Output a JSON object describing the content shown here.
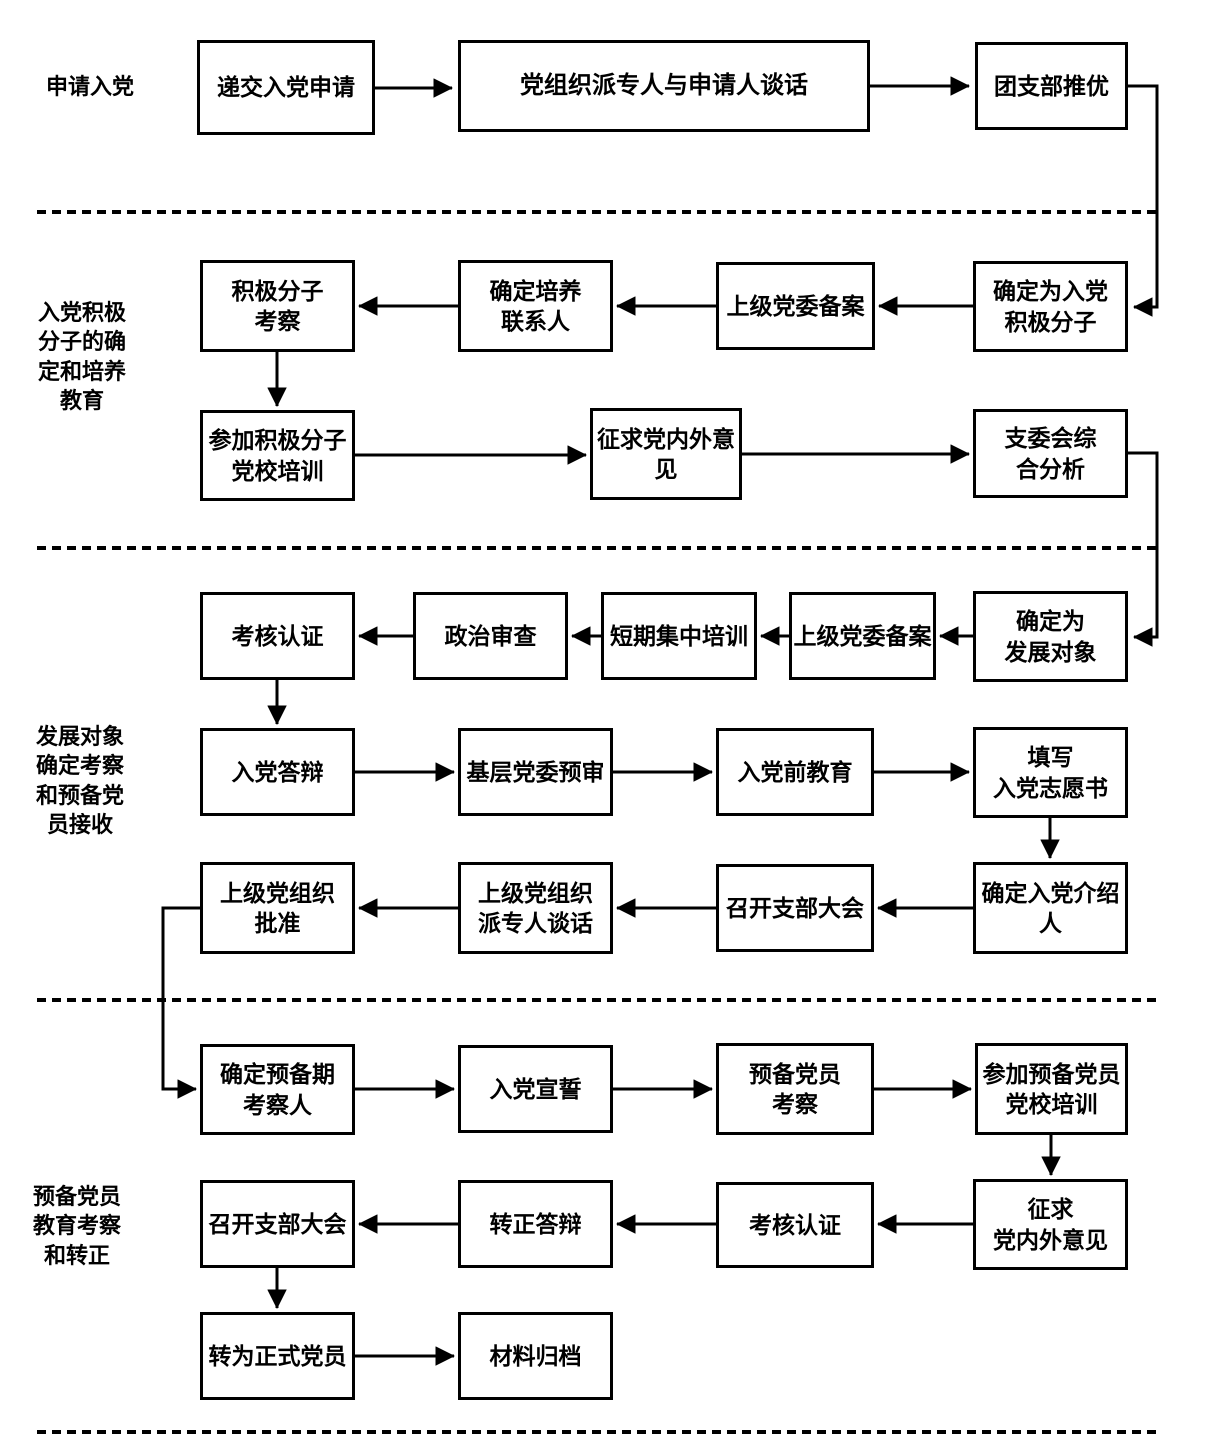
{
  "diagram": {
    "background": "#ffffff",
    "line_color": "#000000"
  },
  "side_labels": {
    "s1": {
      "label": "申请入党"
    },
    "s2": {
      "label": "入党积极\n分子的确\n定和培养\n教育"
    },
    "s3": {
      "label": "发展对象\n确定考察\n和预备党\n员接收"
    },
    "s4": {
      "label": "预备党员\n教育考察\n和转正"
    }
  },
  "nodes": {
    "a1": {
      "label": "递交入党申请"
    },
    "a2": {
      "label": "党组织派专人与申请人谈话"
    },
    "a3": {
      "label": "团支部推优"
    },
    "b1": {
      "label": "积极分子\n考察"
    },
    "b2": {
      "label": "确定培养\n联系人"
    },
    "b3": {
      "label": "上级党委备案"
    },
    "b4": {
      "label": "确定为入党\n积极分子"
    },
    "c1": {
      "label": "参加积极分子\n党校培训"
    },
    "c2": {
      "label": "征求党内外意\n见"
    },
    "c3": {
      "label": "支委会综\n合分析"
    },
    "d1": {
      "label": "考核认证"
    },
    "d2": {
      "label": "政治审查"
    },
    "d3": {
      "label": "短期集中培训"
    },
    "d4": {
      "label": "上级党委备案"
    },
    "d5": {
      "label": "确定为\n发展对象"
    },
    "e1": {
      "label": "入党答辩"
    },
    "e2": {
      "label": "基层党委预审"
    },
    "e3": {
      "label": "入党前教育"
    },
    "e4": {
      "label": "填写\n入党志愿书"
    },
    "f1": {
      "label": "上级党组织\n批准"
    },
    "f2": {
      "label": "上级党组织\n派专人谈话"
    },
    "f3": {
      "label": "召开支部大会"
    },
    "f4": {
      "label": "确定入党介绍\n人"
    },
    "g1": {
      "label": "确定预备期\n考察人"
    },
    "g2": {
      "label": "入党宣誓"
    },
    "g3": {
      "label": "预备党员\n考察"
    },
    "g4": {
      "label": "参加预备党员\n党校培训"
    },
    "h1": {
      "label": "召开支部大会"
    },
    "h2": {
      "label": "转正答辩"
    },
    "h3": {
      "label": "考核认证"
    },
    "h4": {
      "label": "征求\n党内外意见"
    },
    "i1": {
      "label": "转为正式党员"
    },
    "i2": {
      "label": "材料归档"
    }
  }
}
